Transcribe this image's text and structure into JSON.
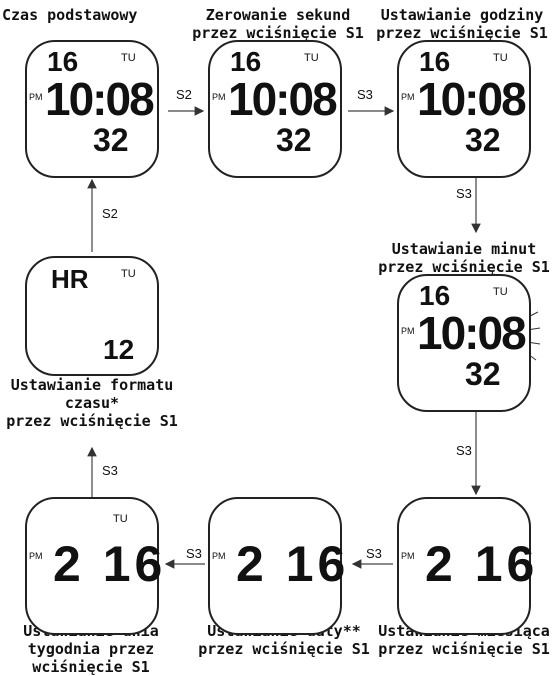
{
  "captions": {
    "c1": [
      "Czas podstawowy"
    ],
    "c2": [
      "Zerowanie sekund",
      "przez wciśnięcie S1"
    ],
    "c3": [
      "Ustawianie godziny",
      "przez wciśnięcie S1"
    ],
    "c4": [
      "Ustawianie minut",
      "przez wciśnięcie S1"
    ],
    "c5": [
      "Ustawianie formatu",
      "czasu*",
      "przez wciśnięcie S1"
    ],
    "c6": [
      "Ustawianie dnia",
      "tygodnia przez",
      "wciśnięcie S1"
    ],
    "c7": [
      "Ustawianie daty**",
      "przez wciśnięcie S1"
    ],
    "c8": [
      "Ustawianie miesiąca",
      "przez wciśnięcie S1"
    ]
  },
  "arrows": {
    "a1": "S2",
    "a2": "S3",
    "a3": "S3",
    "a4": "S3",
    "a5": "S3",
    "a6": "S3",
    "a7": "S3",
    "a8": "S2"
  },
  "watches": {
    "w1": {
      "top": "16",
      "day": "TU",
      "pm": "PM",
      "time": "10:08",
      "sec": "32"
    },
    "w2": {
      "top": "16",
      "day": "TU",
      "pm": "PM",
      "time": "10:08",
      "sec": "32"
    },
    "w3": {
      "top": "16",
      "day": "TU",
      "pm": "PM",
      "time": "10:08",
      "sec": "32"
    },
    "w4": {
      "top": "16",
      "day": "TU",
      "pm": "PM",
      "time": "10:08",
      "sec": "32"
    },
    "w5": {
      "top": "HR",
      "day": "TU",
      "sec": "12"
    },
    "w6": {
      "day": "TU",
      "pm": "PM",
      "date": "2 16"
    },
    "w7": {
      "pm": "PM",
      "date": "2 16"
    },
    "w8": {
      "pm": "PM",
      "date": "2 16"
    }
  }
}
